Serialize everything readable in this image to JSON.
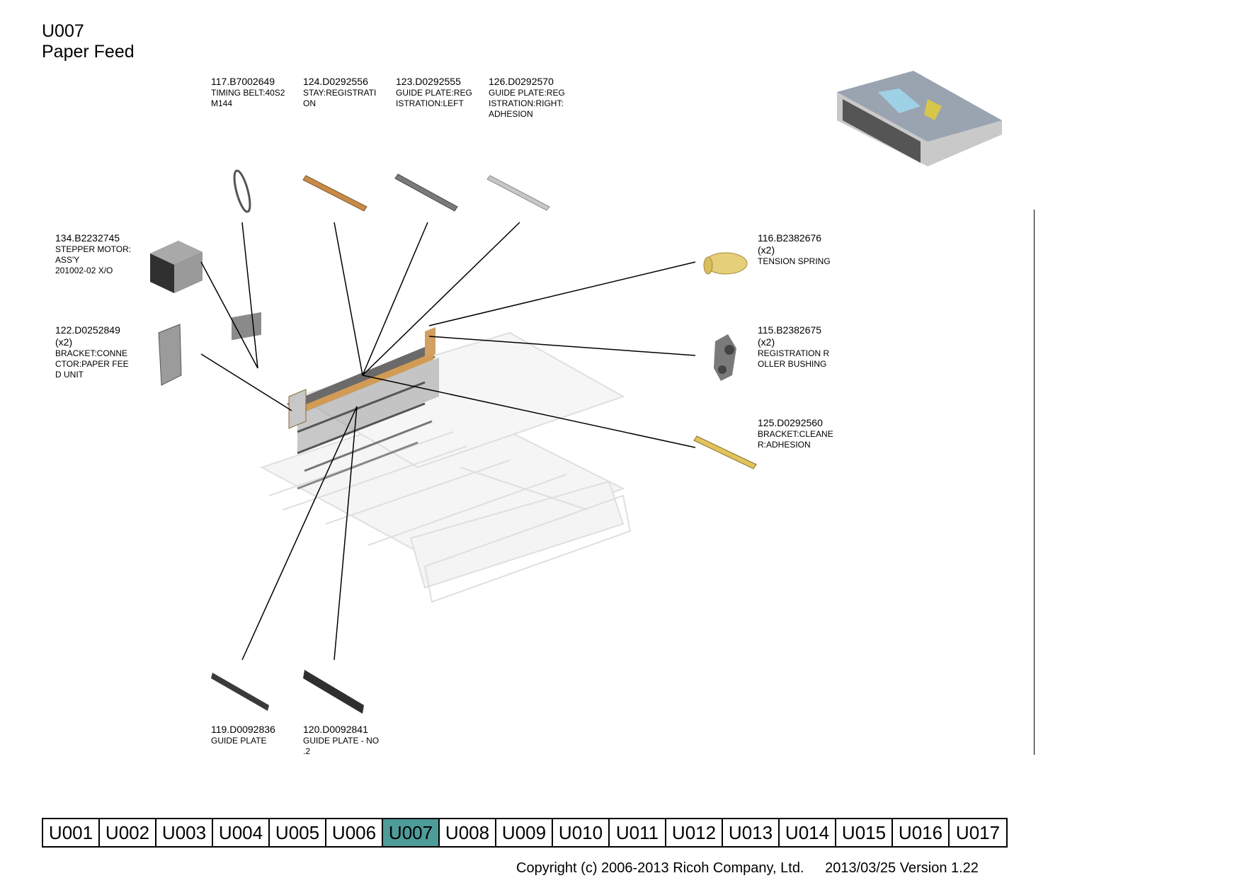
{
  "header": {
    "code": "U007",
    "name": "Paper Feed"
  },
  "parts": [
    {
      "id": "p117",
      "pn": "117.B7002649",
      "qty": "",
      "desc": [
        "TIMING BELT:40S2",
        "M144"
      ]
    },
    {
      "id": "p124",
      "pn": "124.D0292556",
      "qty": "",
      "desc": [
        "STAY:REGISTRATI",
        "ON"
      ]
    },
    {
      "id": "p123",
      "pn": "123.D0292555",
      "qty": "",
      "desc": [
        "GUIDE PLATE:REG",
        "ISTRATION:LEFT"
      ]
    },
    {
      "id": "p126",
      "pn": "126.D0292570",
      "qty": "",
      "desc": [
        "GUIDE PLATE:REG",
        "ISTRATION:RIGHT:",
        "ADHESION"
      ]
    },
    {
      "id": "p134",
      "pn": "134.B2232745",
      "qty": "",
      "desc": [
        "STEPPER MOTOR:",
        "ASS'Y",
        "201002-02 X/O"
      ]
    },
    {
      "id": "p122",
      "pn": "122.D0252849",
      "qty": "(x2)",
      "desc": [
        "BRACKET:CONNE",
        "CTOR:PAPER FEE",
        "D UNIT"
      ]
    },
    {
      "id": "p116",
      "pn": "116.B2382676",
      "qty": "(x2)",
      "desc": [
        "TENSION SPRING"
      ]
    },
    {
      "id": "p115",
      "pn": "115.B2382675",
      "qty": "(x2)",
      "desc": [
        "REGISTRATION R",
        "OLLER BUSHING"
      ]
    },
    {
      "id": "p125",
      "pn": "125.D0292560",
      "qty": "",
      "desc": [
        "BRACKET:CLEANE",
        "R:ADHESION"
      ]
    },
    {
      "id": "p119",
      "pn": "119.D0092836",
      "qty": "",
      "desc": [
        "GUIDE PLATE"
      ]
    },
    {
      "id": "p120",
      "pn": "120.D0092841",
      "qty": "",
      "desc": [
        "GUIDE PLATE - NO",
        ".2"
      ]
    }
  ],
  "tabs": [
    "U001",
    "U002",
    "U003",
    "U004",
    "U005",
    "U006",
    "U007",
    "U008",
    "U009",
    "U010",
    "U011",
    "U012",
    "U013",
    "U014",
    "U015",
    "U016",
    "U017"
  ],
  "active_tab": "U007",
  "footer": {
    "copyright": "Copyright (c) 2006-2013 Ricoh Company, Ltd.",
    "version": "2013/03/25 Version 1.22"
  },
  "colors": {
    "active_tab": "#4e9c9a"
  }
}
